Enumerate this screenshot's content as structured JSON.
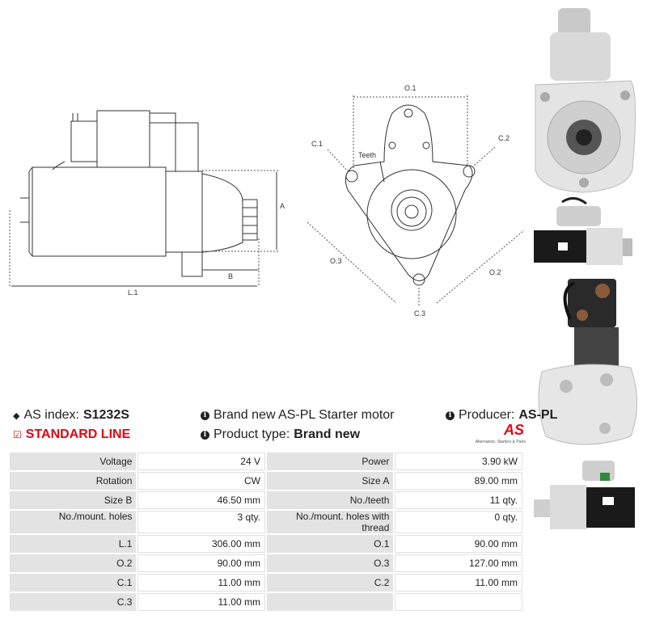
{
  "drawing": {
    "labels": {
      "a": "A",
      "b": "B",
      "l1": "L.1",
      "o1": "O.1",
      "o2": "O.2",
      "o3": "O.3",
      "c1": "C.1",
      "c2": "C.2",
      "c3": "C.3",
      "teeth": "Teeth"
    }
  },
  "info": {
    "as_index_label": "AS index:",
    "as_index_value": "S1232S",
    "description": "Brand new AS-PL Starter motor",
    "producer_label": "Producer:",
    "producer_value": "AS-PL",
    "line": "STANDARD LINE",
    "product_type_label": "Product type:",
    "product_type_value": "Brand new",
    "logo_text": "AS",
    "logo_tagline": "Alternators, Starters & Parts"
  },
  "specs": [
    {
      "l1": "Voltage",
      "v1": "24 V",
      "l2": "Power",
      "v2": "3.90 kW"
    },
    {
      "l1": "Rotation",
      "v1": "CW",
      "l2": "Size A",
      "v2": "89.00 mm"
    },
    {
      "l1": "Size B",
      "v1": "46.50 mm",
      "l2": "No./teeth",
      "v2": "11 qty."
    },
    {
      "l1": "No./mount. holes",
      "v1": "3 qty.",
      "l2": "No./mount. holes with thread",
      "v2": "0 qty."
    },
    {
      "l1": "L.1",
      "v1": "306.00 mm",
      "l2": "O.1",
      "v2": "90.00 mm"
    },
    {
      "l1": "O.2",
      "v1": "90.00 mm",
      "l2": "O.3",
      "v2": "127.00 mm"
    },
    {
      "l1": "C.1",
      "v1": "11.00 mm",
      "l2": "C.2",
      "v2": "11.00 mm"
    },
    {
      "l1": "C.3",
      "v1": "11.00 mm",
      "l2": "",
      "v2": ""
    }
  ]
}
